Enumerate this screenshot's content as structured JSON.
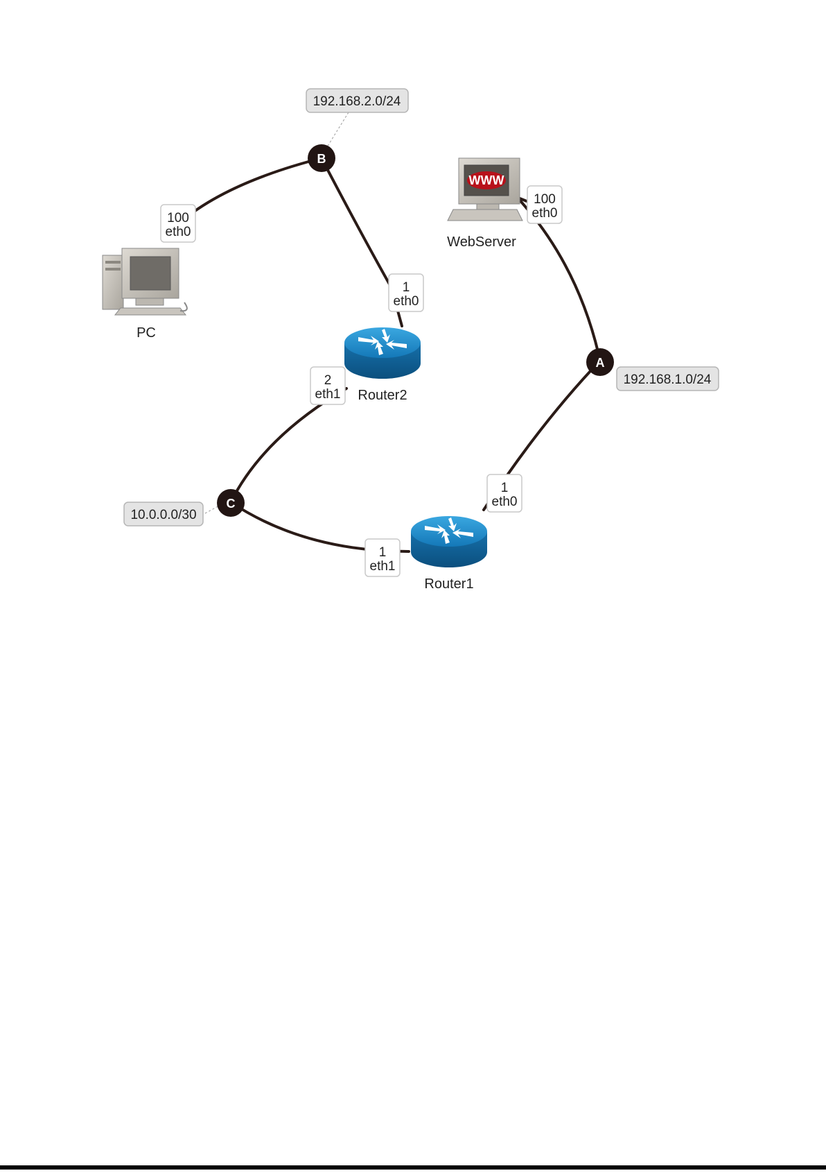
{
  "colors": {
    "link": "#2a1b17",
    "switch_node": "#221513",
    "label_fill": "#ffffff",
    "label_stroke": "#c9c9c9",
    "subnet_fill": "#e4e4e4",
    "subnet_stroke": "#b5b5b5",
    "router_blue": "#1a86c8",
    "router_dark": "#0d5f93",
    "text": "#222222"
  },
  "devices": {
    "pc": {
      "name": "PC",
      "icon": "pc-icon"
    },
    "webserver": {
      "name": "WebServer",
      "icon": "webserver-icon",
      "screen_text": "WWW"
    },
    "router1": {
      "name": "Router1",
      "icon": "router-icon"
    },
    "router2": {
      "name": "Router2",
      "icon": "router-icon"
    }
  },
  "switches": {
    "a": {
      "label": "A",
      "subnet": "192.168.1.0/24"
    },
    "b": {
      "label": "B",
      "subnet": "192.168.2.0/24"
    },
    "c": {
      "label": "C",
      "subnet": "10.0.0.0/30"
    }
  },
  "interfaces": {
    "pc_eth0": {
      "addr": "100",
      "iface": "eth0"
    },
    "web_eth0": {
      "addr": "100",
      "iface": "eth0"
    },
    "r2_eth0": {
      "addr": "1",
      "iface": "eth0"
    },
    "r2_eth1": {
      "addr": "2",
      "iface": "eth1"
    },
    "r1_eth0": {
      "addr": "1",
      "iface": "eth0"
    },
    "r1_eth1": {
      "addr": "1",
      "iface": "eth1"
    }
  }
}
